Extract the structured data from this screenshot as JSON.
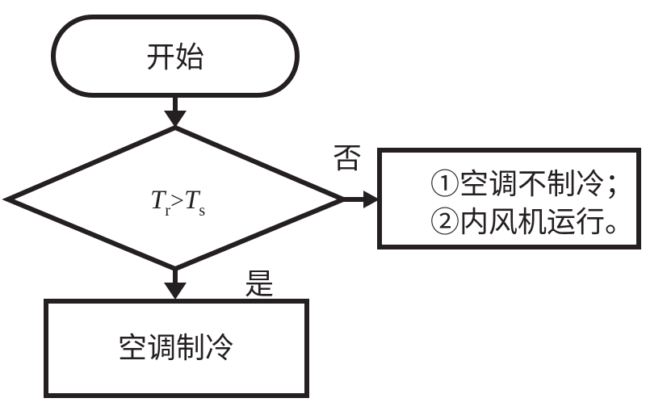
{
  "flowchart": {
    "start_label": "开始",
    "condition": {
      "t": "T",
      "sub_r": "r",
      "gt": ">",
      "sub_s": "s"
    },
    "branch_no_label": "否",
    "branch_yes_label": "是",
    "no_box": {
      "line1": "①空调不制冷；",
      "line2": "②内风机运行。"
    },
    "yes_box_label": "空调制冷"
  },
  "colors": {
    "stroke": "#241f21",
    "background": "#ffffff"
  }
}
